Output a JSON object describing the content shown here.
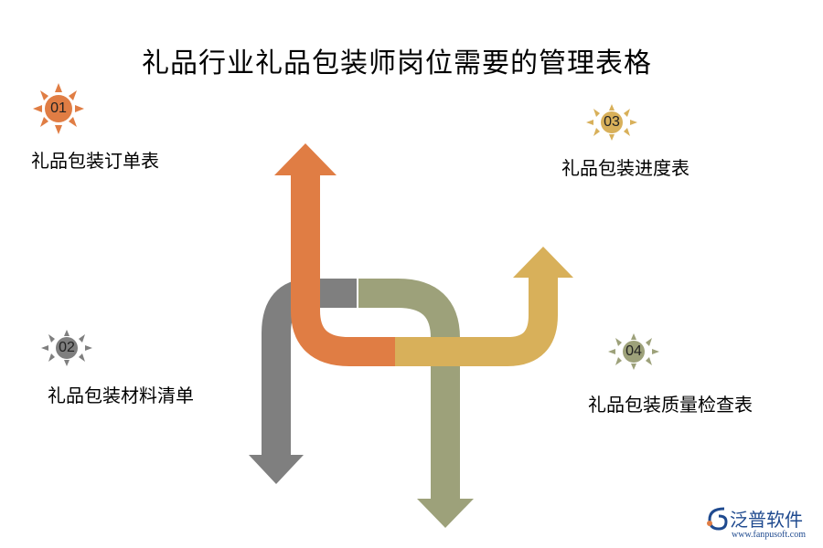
{
  "title": "礼品行业礼品包装师岗位需要的管理表格",
  "items": [
    {
      "num": "01",
      "label": "礼品包装订单表",
      "color": "#E07D44"
    },
    {
      "num": "02",
      "label": "礼品包装材料清单",
      "color": "#7F7F7F"
    },
    {
      "num": "03",
      "label": "礼品包装进度表",
      "color": "#D8B05A"
    },
    {
      "num": "04",
      "label": "礼品包装质量检查表",
      "color": "#9DA17A"
    }
  ],
  "logo": {
    "name": "泛普软件",
    "url": "www.fanpusoft.com",
    "color": "#1F4A8F"
  }
}
